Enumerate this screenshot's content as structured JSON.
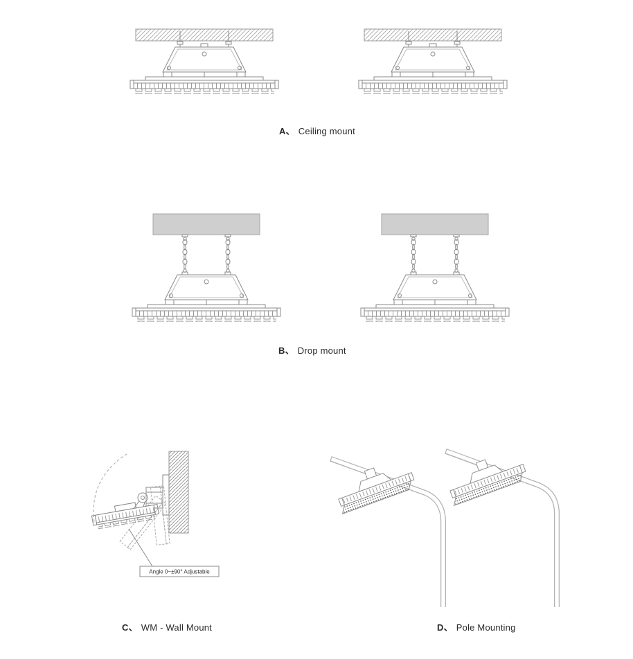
{
  "page": {
    "background": "#ffffff"
  },
  "sections": {
    "a": {
      "prefix": "A、",
      "label": "Ceiling mount"
    },
    "b": {
      "prefix": "B、",
      "label": "Drop mount"
    },
    "c": {
      "prefix": "C、",
      "label": "WM - Wall Mount"
    },
    "d": {
      "prefix": "D、",
      "label": "Pole Mounting"
    }
  },
  "annotations": {
    "wall_mount_angle": "Angle 0~±90° Adjustable"
  },
  "colors": {
    "line": "#8a8a8a",
    "light_line": "#b3b3b3",
    "slab_fill": "#cfcfcf",
    "text": "#2b2b2b"
  }
}
